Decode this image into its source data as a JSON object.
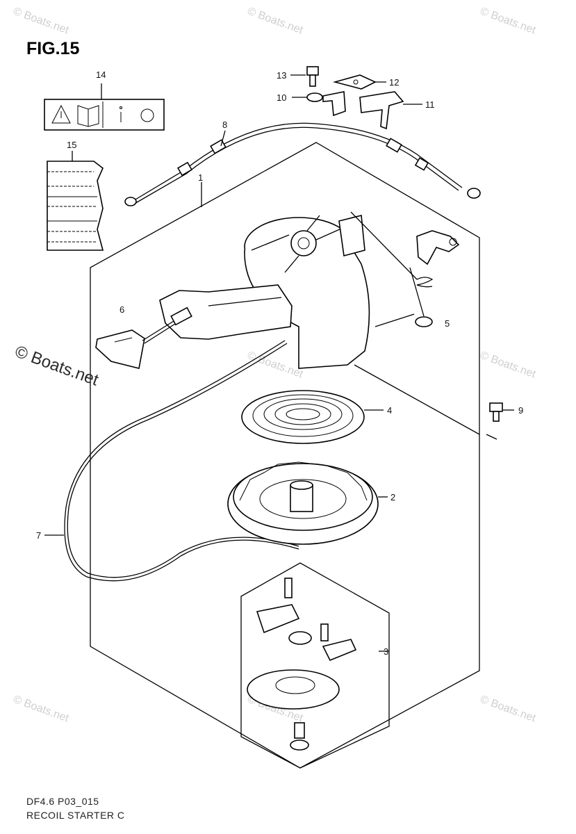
{
  "figure": {
    "title": "FIG.15",
    "code": "DF4.6 P03_015",
    "caption": "RECOIL STARTER C"
  },
  "callouts": [
    {
      "id": "c1",
      "label": "1"
    },
    {
      "id": "c2",
      "label": "2"
    },
    {
      "id": "c3",
      "label": "3"
    },
    {
      "id": "c4",
      "label": "4"
    },
    {
      "id": "c5",
      "label": "5"
    },
    {
      "id": "c6",
      "label": "6"
    },
    {
      "id": "c7",
      "label": "7"
    },
    {
      "id": "c8",
      "label": "8"
    },
    {
      "id": "c9",
      "label": "9"
    },
    {
      "id": "c10",
      "label": "10"
    },
    {
      "id": "c11",
      "label": "11"
    },
    {
      "id": "c12",
      "label": "12"
    },
    {
      "id": "c13",
      "label": "13"
    },
    {
      "id": "c14",
      "label": "14"
    },
    {
      "id": "c15",
      "label": "15"
    }
  ],
  "watermark": {
    "text": "© Boats.net",
    "color": "#cfcfcf"
  }
}
